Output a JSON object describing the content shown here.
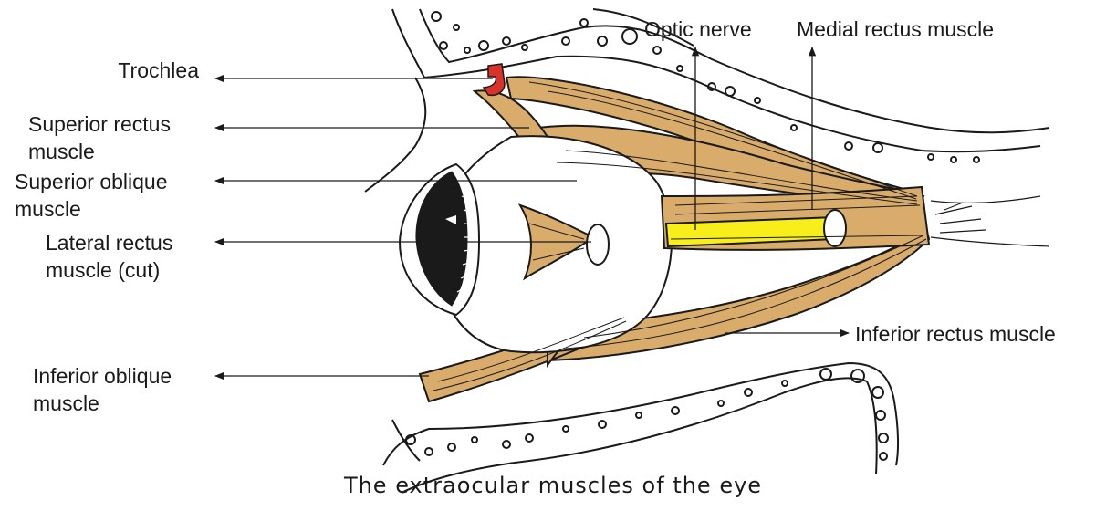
{
  "labels": {
    "trochlea": "Trochlea",
    "superior_rectus": [
      "Superior rectus",
      "muscle"
    ],
    "superior_oblique": [
      "Superior oblique",
      "muscle"
    ],
    "lateral_rectus": [
      "Lateral rectus",
      "muscle (cut)"
    ],
    "inferior_oblique": [
      "Inferior oblique",
      "muscle"
    ],
    "optic_nerve": "Optic nerve",
    "medial_rectus": "Medial rectus muscle",
    "inferior_rectus": "Inferior rectus muscle"
  },
  "caption": "The extraocular muscles of the eye",
  "colors": {
    "muscle": "#d9ac6b",
    "optic_nerve": "#f7ee1a",
    "trochlea": "#d8322a",
    "outline": "#1a1a1a"
  }
}
